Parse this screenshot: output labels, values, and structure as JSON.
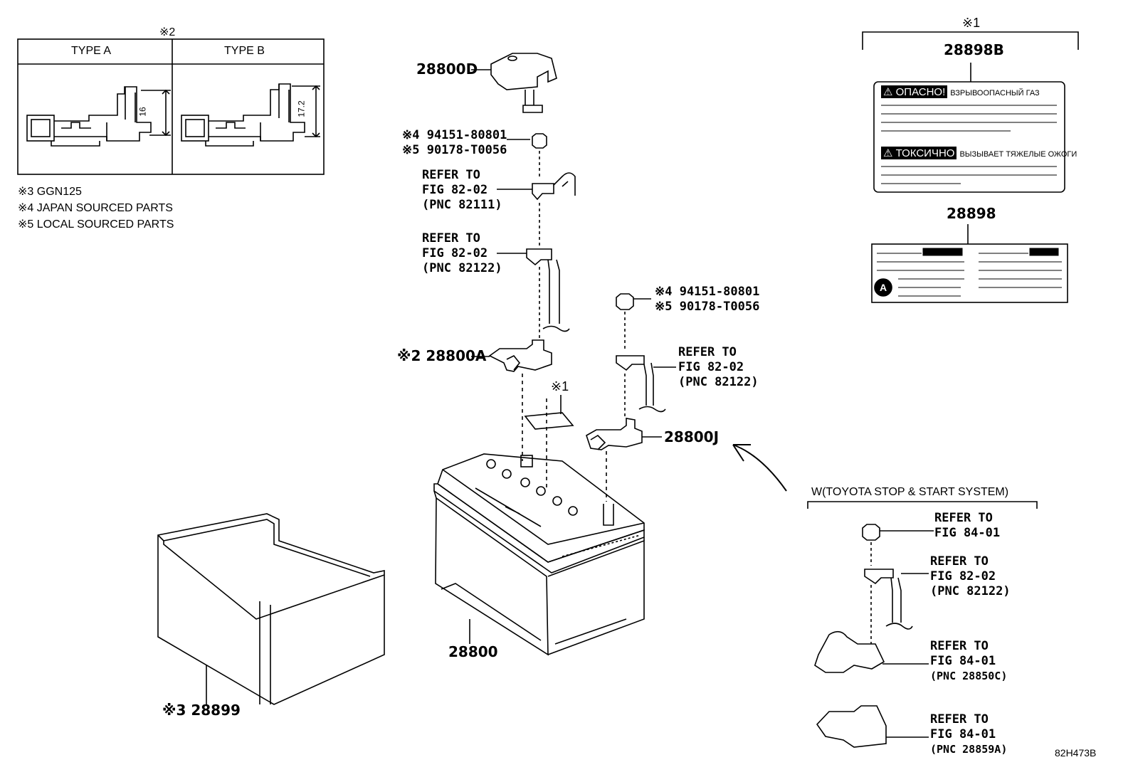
{
  "type_table": {
    "note": "※2",
    "type_a": "TYPE A",
    "type_b": "TYPE B",
    "dim_a": "16",
    "dim_b": "17.2"
  },
  "notes": [
    "※3 GGN125",
    "※4 JAPAN SOURCED PARTS",
    "※5 LOCAL SOURCED PARTS"
  ],
  "parts": {
    "cover": "28800D",
    "nut_top": [
      "※4 94151-80801",
      "※5 90178-T0056"
    ],
    "nut_mid": [
      "※4 94151-80801",
      "※5 90178-T0056"
    ],
    "clamp_pos": "※2 28800A",
    "clamp_neg": "28800J",
    "sheet_note": "※1",
    "battery": "28800",
    "tray": "※3 28899"
  },
  "refs": {
    "r1": [
      "REFER TO",
      "FIG 82-02",
      "(PNC 82111)"
    ],
    "r2": [
      "REFER TO",
      "FIG 82-02",
      "(PNC 82122)"
    ],
    "r3": [
      "REFER TO",
      "FIG 82-02",
      "(PNC 82122)"
    ]
  },
  "labels": {
    "note": "※1",
    "l1_part": "28898B",
    "danger": "⚠ ОПАСНО!",
    "danger_text": "ВЗРЫВООПАСНЫЙ ГАЗ",
    "toxic": "⚠ ТОКСИЧНО",
    "toxic_text": "ВЫЗЫВАЕТ ТЯЖЕЛЫЕ ОЖОГИ",
    "l2_part": "28898",
    "marker": "A"
  },
  "stop_start": {
    "title": "W(TOYOTA STOP & START SYSTEM)",
    "r1": [
      "REFER TO",
      "FIG 84-01"
    ],
    "r2": [
      "REFER TO",
      "FIG 82-02",
      "(PNC 82122)"
    ],
    "r3": [
      "REFER TO",
      "FIG 84-01",
      "(PNC 28850C)"
    ],
    "r4": [
      "REFER TO",
      "FIG 84-01",
      "(PNC 28859A)"
    ]
  },
  "figure_code": "82H473B"
}
